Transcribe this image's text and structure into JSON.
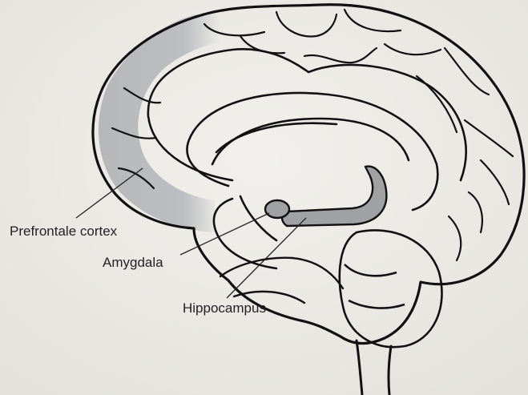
{
  "diagram": {
    "labels": {
      "prefrontal": "Prefrontale cortex",
      "amygdala": "Amygdala",
      "hippocampus": "Hippocampus"
    },
    "colors": {
      "background": "#ecebe6",
      "outline": "#111111",
      "highlight": "#b9bbbd"
    }
  }
}
